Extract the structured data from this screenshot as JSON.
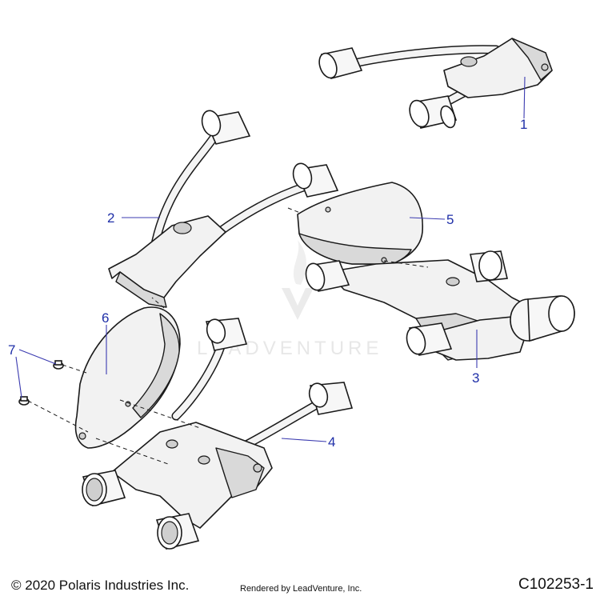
{
  "callouts": [
    {
      "id": "1",
      "label": "1"
    },
    {
      "id": "2",
      "label": "2"
    },
    {
      "id": "3",
      "label": "3"
    },
    {
      "id": "4",
      "label": "4"
    },
    {
      "id": "5",
      "label": "5"
    },
    {
      "id": "6",
      "label": "6"
    },
    {
      "id": "7",
      "label": "7"
    }
  ],
  "watermark": {
    "text": "LEADVENTURE"
  },
  "footer": {
    "copyright": "© 2020 Polaris Industries Inc.",
    "rendered_by": "Rendered by LeadVenture, Inc.",
    "figure_id": "C102253-1"
  },
  "colors": {
    "callout": "#1f2fa8",
    "line": "#1a1a1a",
    "part_fill": "#f2f2f2"
  }
}
